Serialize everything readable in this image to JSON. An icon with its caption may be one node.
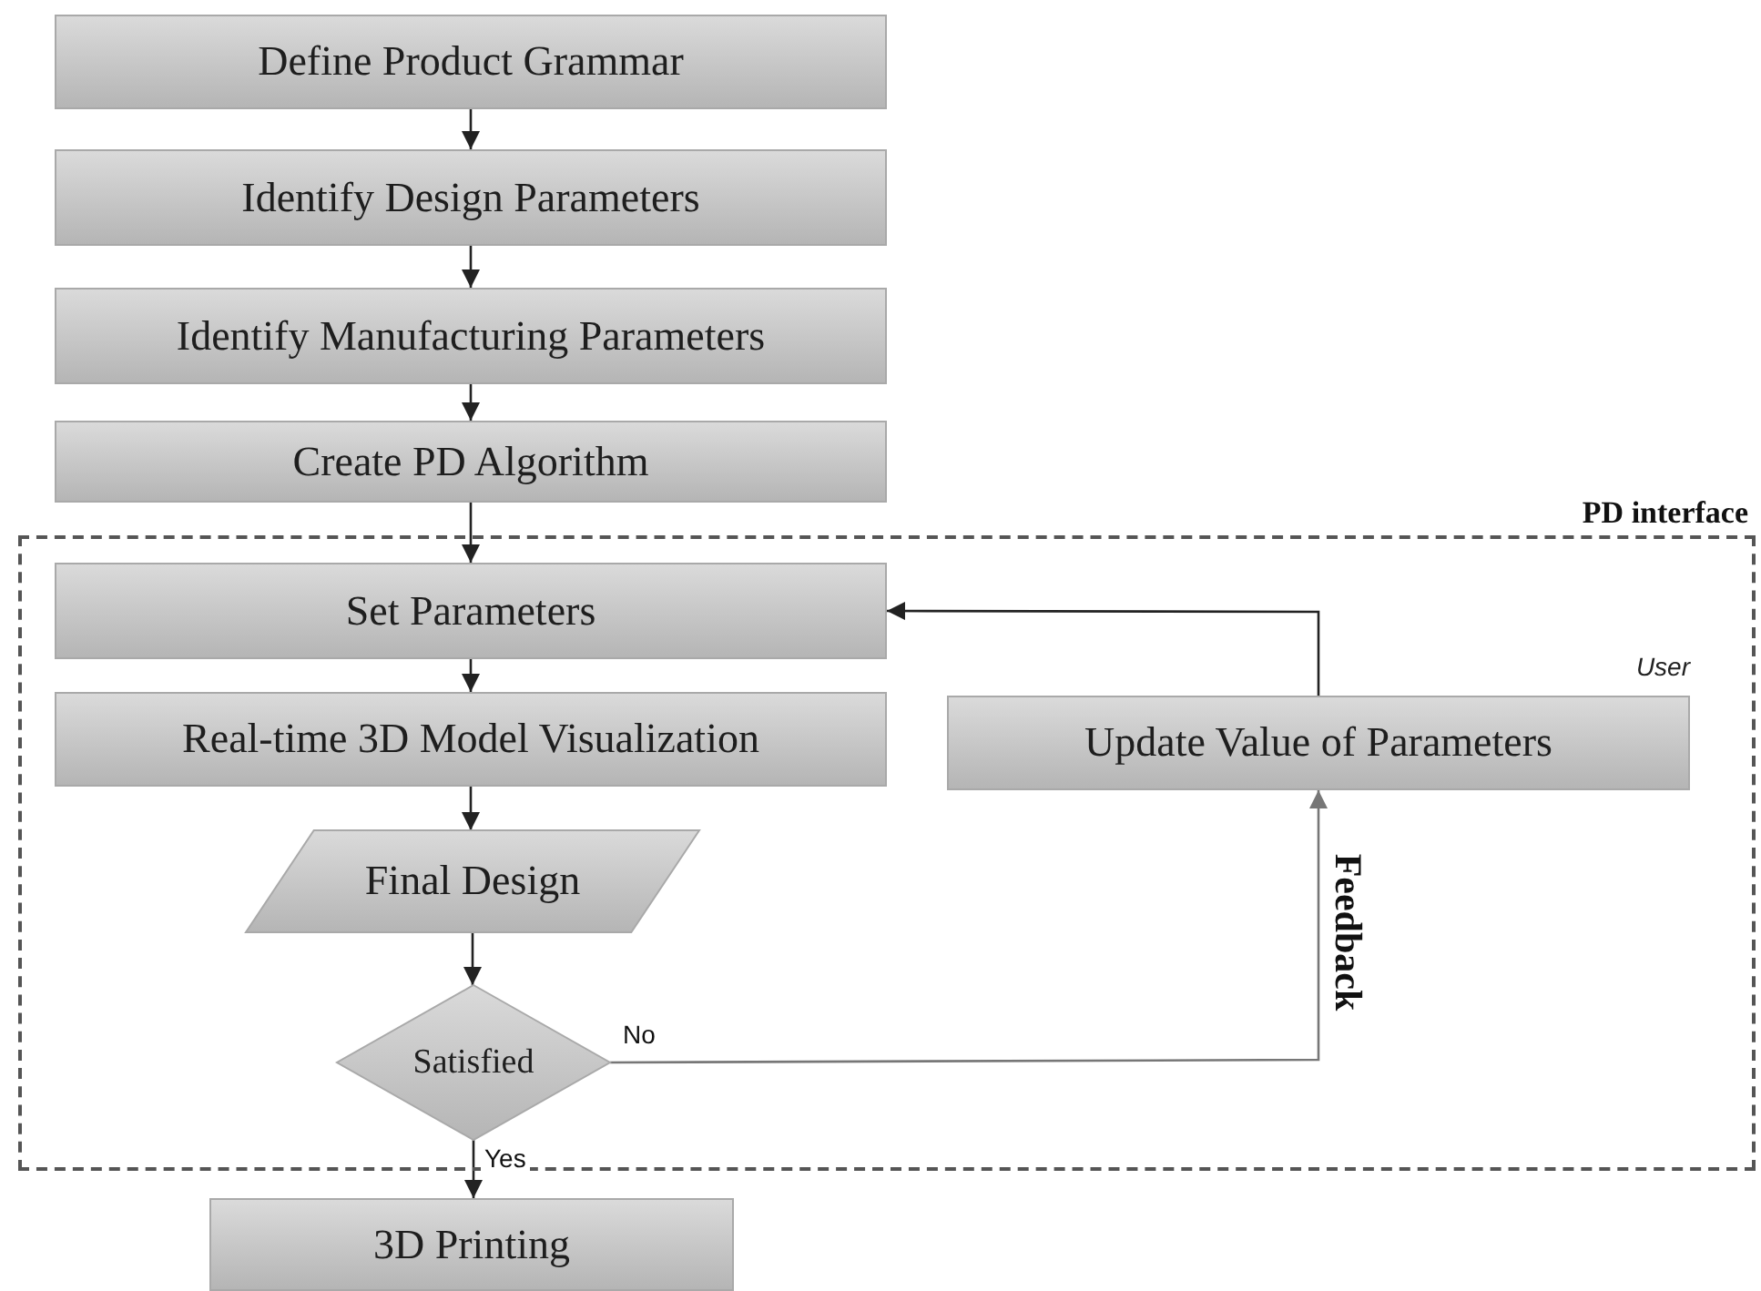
{
  "diagram": {
    "nodes": [
      {
        "text": [
          "Define Product Grammar"
        ]
      },
      {
        "text": [
          "Identify Design Parameters"
        ]
      },
      {
        "text": [
          "Identify Manufacturing Parameters"
        ]
      },
      {
        "text": [
          "Create PD Algorithm"
        ]
      },
      {
        "text": [
          "PD interface"
        ]
      },
      {
        "text": [
          "Set Parameters"
        ],
        "in": 4
      },
      {
        "text": [
          "Real-time 3D Model Visualization"
        ],
        "in": 4
      },
      {
        "text": [
          "Final Design"
        ],
        "in": 4
      },
      {
        "text": [
          "Satisfied"
        ],
        "in": 4
      },
      {
        "text": [
          "Update Value of Parameters"
        ],
        "in": 4,
        "beside": [
          "User"
        ]
      },
      {
        "text": [
          "3D Printing"
        ]
      }
    ],
    "edges": [
      {
        "from": 0,
        "to": 1,
        "arrow": "to"
      },
      {
        "from": 1,
        "to": 2,
        "arrow": "to"
      },
      {
        "from": 2,
        "to": 3,
        "arrow": "to"
      },
      {
        "from": 3,
        "to": 5,
        "arrow": "to"
      },
      {
        "from": 5,
        "to": 6,
        "arrow": "to"
      },
      {
        "from": 6,
        "to": 7,
        "arrow": "to"
      },
      {
        "from": 7,
        "to": 8,
        "arrow": "to"
      },
      {
        "from": 8,
        "to": 10,
        "arrow": "to",
        "label": "Yes"
      },
      {
        "from": 8,
        "to": 9,
        "arrow": "to",
        "label": "No",
        "color": "#777777"
      },
      {
        "from": 9,
        "to": 5,
        "arrow": "to"
      }
    ],
    "labels": [
      "Feedback"
    ]
  }
}
